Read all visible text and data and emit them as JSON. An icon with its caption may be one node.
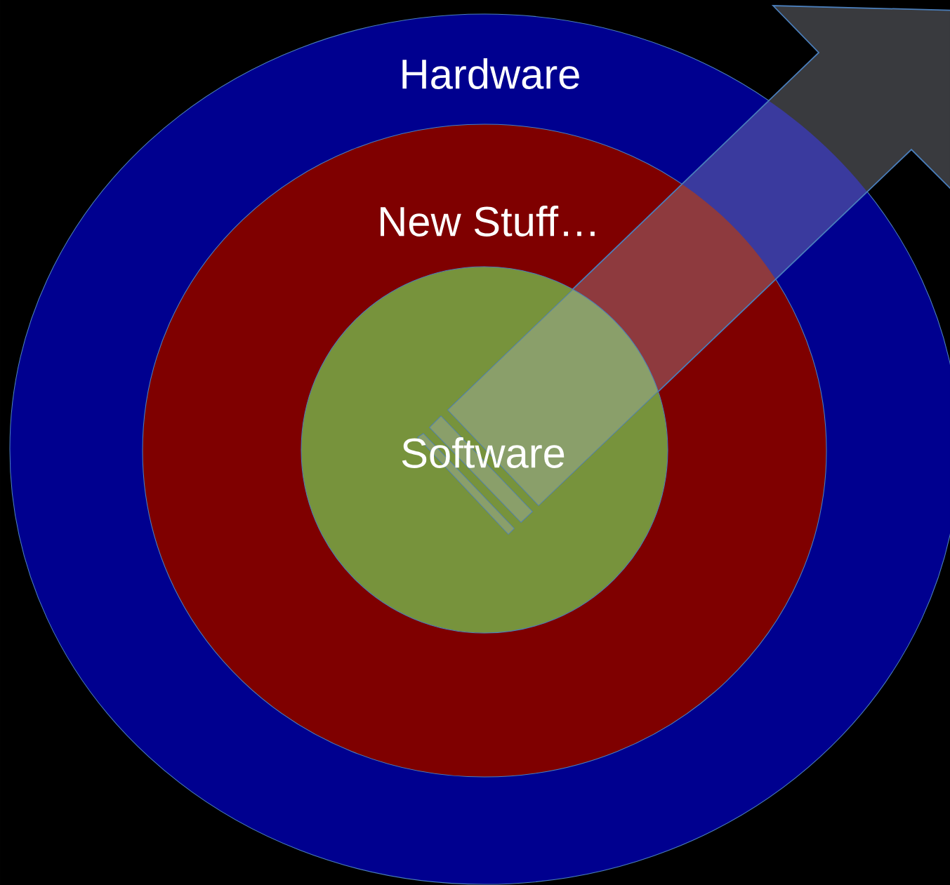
{
  "diagram": {
    "nodes": [
      {
        "text": [
          "Hardware"
        ]
      },
      {
        "text": [
          "New Stuff…"
        ],
        "in": 0
      },
      {
        "text": [
          "Software"
        ],
        "in": 1
      }
    ]
  }
}
